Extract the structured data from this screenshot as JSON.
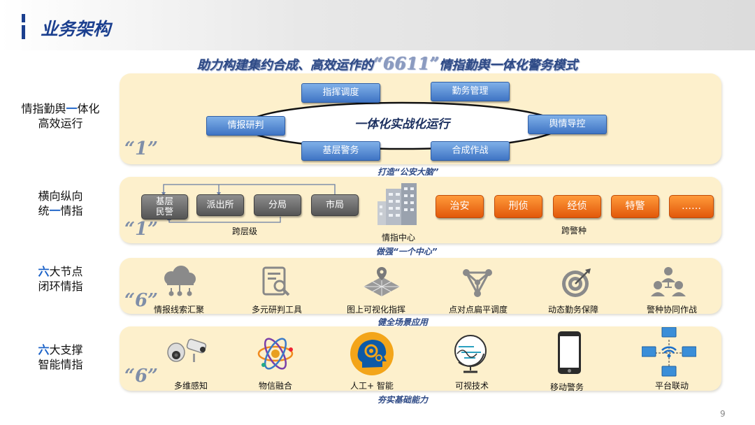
{
  "header": {
    "title": "业务架构"
  },
  "subtitle": {
    "pre": "助力构建集约合成、高效运作的",
    "quote_open": "“",
    "num": "6611",
    "quote_close": "”",
    "post": "情指勤舆一体化警务模式"
  },
  "rows": [
    {
      "label_lines": [
        {
          "pre": "情指勤舆",
          "hl": "一",
          "post": "体化"
        },
        {
          "pre": "高效运行",
          "hl": "",
          "post": ""
        }
      ],
      "big_num": "“1”",
      "center_text": "一体化实战化运行",
      "buttons": [
        "指挥调度",
        "勤务管理",
        "情报研判",
        "舆情导控",
        "基层警务",
        "合成作战"
      ],
      "caption": "打造“公安大脑”"
    },
    {
      "label_lines": [
        {
          "pre": "横向纵向",
          "hl": "",
          "post": ""
        },
        {
          "pre": "统",
          "hl": "一",
          "post": "情指"
        }
      ],
      "big_num": "“1”",
      "levels": [
        "基层\n民警",
        "派出所",
        "分局",
        "市局"
      ],
      "levels_caption": "跨层级",
      "center_label": "情指中心",
      "police": [
        "治安",
        "刑侦",
        "经侦",
        "特警",
        "……"
      ],
      "police_caption": "跨警种",
      "caption": "做强“一个中心”"
    },
    {
      "label_lines": [
        {
          "pre": "",
          "hl": "六",
          "post": "大节点"
        },
        {
          "pre": "闭环情指",
          "hl": "",
          "post": ""
        }
      ],
      "big_num": "“6”",
      "items": [
        {
          "icon": "cloud-network-icon",
          "label": "情报线索汇聚"
        },
        {
          "icon": "document-search-icon",
          "label": "多元研判工具"
        },
        {
          "icon": "map-grid-icon",
          "label": "图上可视化指挥"
        },
        {
          "icon": "triangle-nodes-icon",
          "label": "点对点扁平调度"
        },
        {
          "icon": "target-icon",
          "label": "动态勤务保障"
        },
        {
          "icon": "people-network-icon",
          "label": "警种协同作战"
        }
      ],
      "caption": "健全场景应用"
    },
    {
      "label_lines": [
        {
          "pre": "",
          "hl": "六",
          "post": "大支撑"
        },
        {
          "pre": "智能情指",
          "hl": "",
          "post": ""
        }
      ],
      "big_num": "“6”",
      "items": [
        {
          "icon": "camera-icon",
          "label": "多维感知"
        },
        {
          "icon": "atom-icon",
          "label": "物信融合"
        },
        {
          "icon": "ai-head-icon",
          "label": "人工+ 智能"
        },
        {
          "icon": "visual-globe-icon",
          "label": "可视技术"
        },
        {
          "icon": "mobile-phone-icon",
          "label": "移动警务"
        },
        {
          "icon": "network-platform-icon",
          "label": "平台联动"
        }
      ],
      "caption": "夯实基础能力"
    }
  ],
  "page_number": "9",
  "colors": {
    "brand_blue": "#1b3f8f",
    "highlight_blue": "#1d63c8",
    "panel": "#fdf0cc",
    "orange": "#f07a1e",
    "btn_blue": "#4f84d0"
  }
}
